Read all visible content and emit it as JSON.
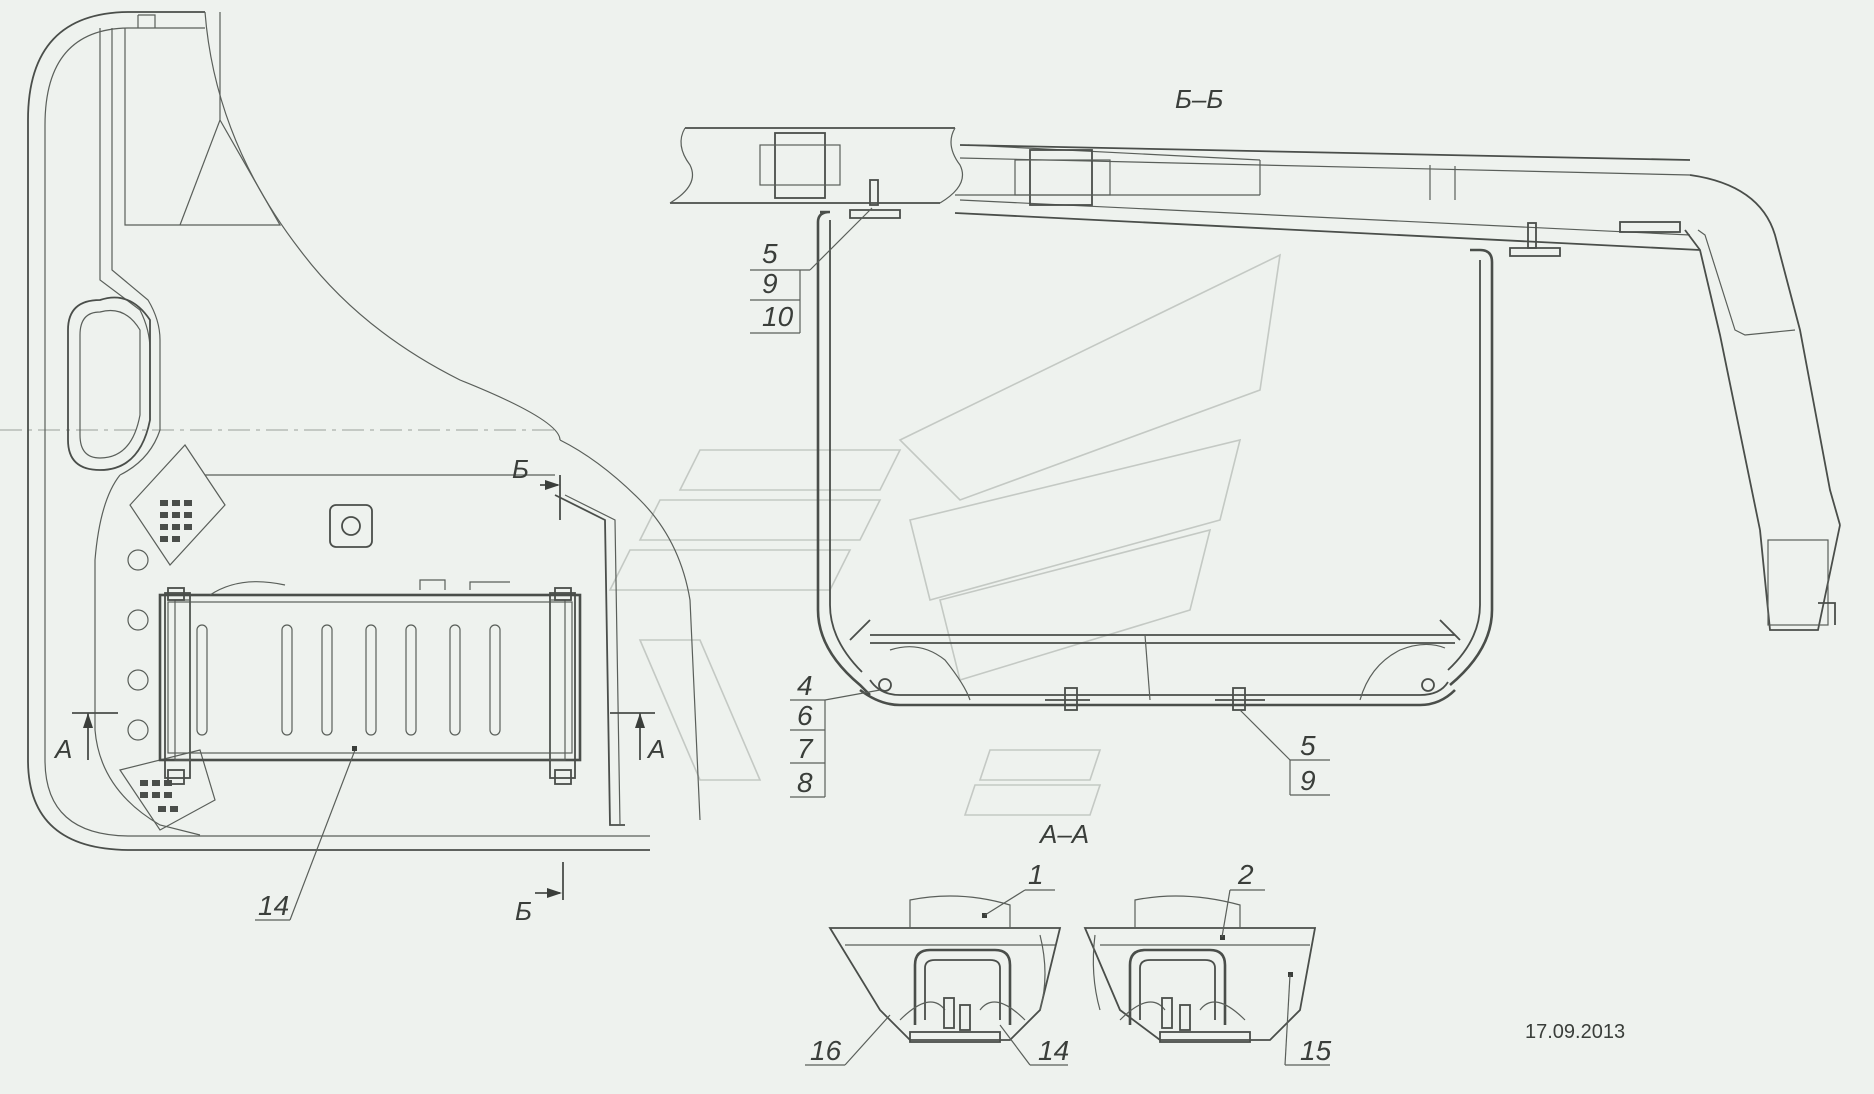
{
  "section_titles": {
    "bb": "Б–Б",
    "aa": "А–А"
  },
  "cut_marks": {
    "b": "Б",
    "a": "А"
  },
  "callouts": {
    "bb_top": [
      "5",
      "9",
      "10"
    ],
    "bb_bottom_left": [
      "4",
      "6",
      "7",
      "8"
    ],
    "bb_bottom_right": [
      "5",
      "9"
    ],
    "plan": "14",
    "aa_left_top": "1",
    "aa_right_top": "2",
    "aa_left_bottom": [
      "16",
      "14"
    ],
    "aa_right_bottom": "15"
  },
  "date": "17.09.2013"
}
